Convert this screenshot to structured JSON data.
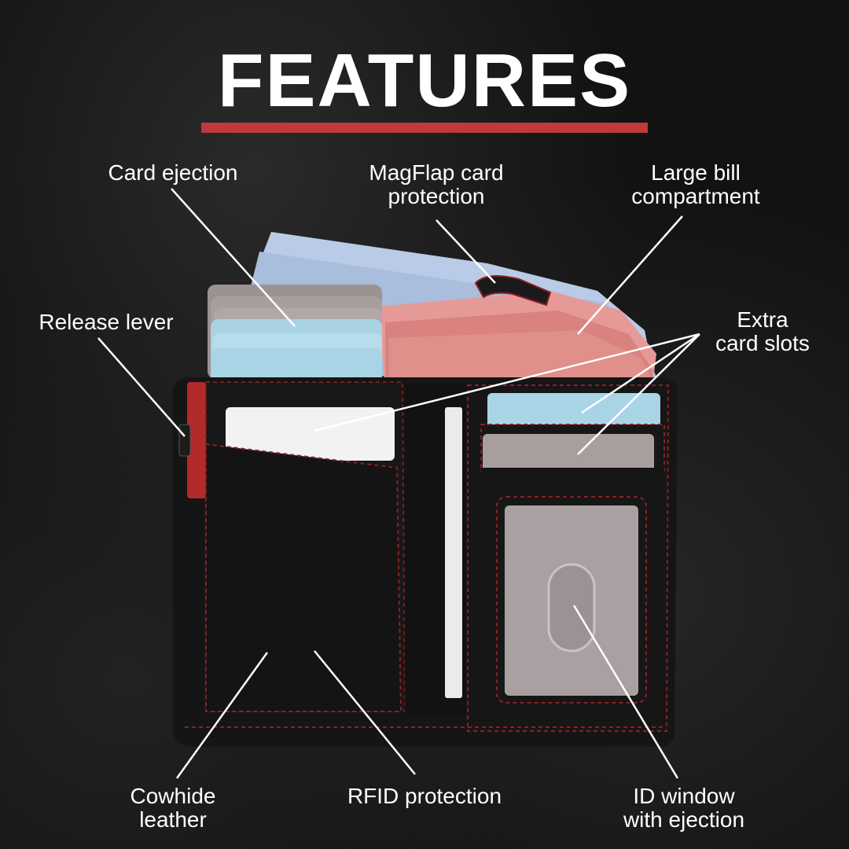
{
  "title": "FEATURES",
  "colors": {
    "background": "#141414",
    "accent_bar": "#c0393b",
    "text": "#ffffff",
    "leather": "#151515",
    "stitching": "#8a1f24",
    "lever": "#b32a2a",
    "card_blue": "#a8d4e6",
    "card_gray": "#a89e9e"
  },
  "callouts": {
    "card_ejection": "Card ejection",
    "magflap": "MagFlap card\nprotection",
    "large_bill": "Large bill\ncompartment",
    "release_lever": "Release lever",
    "extra_slots": "Extra\ncard slots",
    "cowhide": "Cowhide\nleather",
    "rfid": "RFID protection",
    "id_window": "ID window\nwith ejection"
  }
}
